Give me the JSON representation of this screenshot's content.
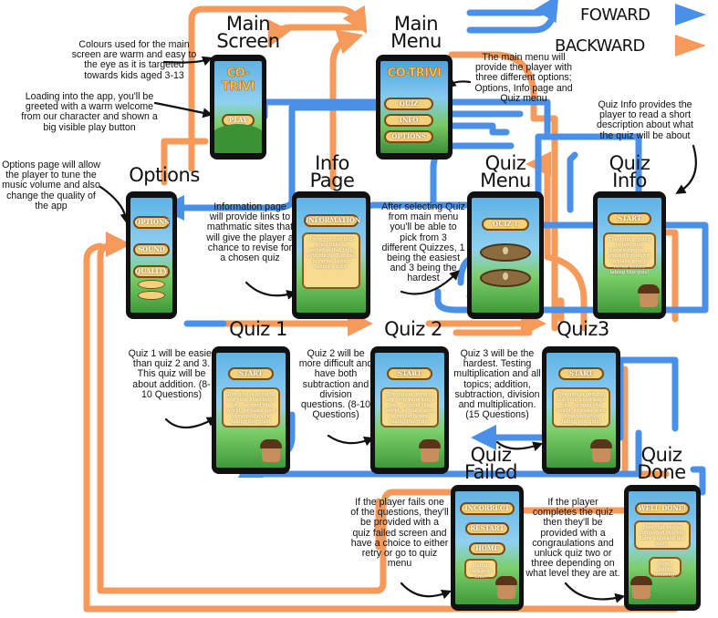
{
  "legend": {
    "forward": "FOWARD",
    "backward": "BACKWARD",
    "forward_color": "#4a90e8",
    "backward_color": "#f59a5a"
  },
  "titles": {
    "main_screen": "Main Screen",
    "main_menu": "Main Menu",
    "options": "Options",
    "info_page": "Info Page",
    "quiz_menu": "Quiz Menu",
    "quiz_info": "Quiz Info",
    "quiz1": "Quiz 1",
    "quiz2": "Quiz 2",
    "quiz3": "Quiz3",
    "quiz_failed": "Quiz Failed",
    "quiz_done": "Quiz Done"
  },
  "notes": {
    "colours": "Colours used for the main screen are warm and easy to the eye as it is targeted towards kids aged 3-13",
    "loading": "Loading into the app, you'll be greeted with a warm welcome from our character and shown a big visible play button",
    "main_menu": "The main menu will provide the player with three different options; Options, Info page and Quiz menu",
    "quiz_info": "Quiz Info provides the player to read a short description about what the quiz will be about",
    "options": "Options page will allow the player to tune the music volume and also change the quality of the app",
    "info": "Information page will provide links to mathmatic sites that will give the player a chance to revise for a chosen quiz",
    "selecting": "After selecting Quiz from main menu you'll be able to pick from 3 different Quizzes, 1 being the easiest and 3 being the hardest",
    "quiz1": "Quiz 1 will be easier than quiz 2 and 3. This quiz will be about addition. (8-10 Questions)",
    "quiz2": "Quiz 2 will be more difficult and have both subtraction and division questions. (8-10 Questions)",
    "quiz3": "Quiz 3 will be the hardest. Testing multiplication and all topics; addition, subtraction, division and multiplication. (15 Questions)",
    "failed": "If the player fails one of the questions, they'll be provided with a quiz failed screen and have a choice to either retry or go to quiz menu",
    "done": "If the player completes the quiz then they'll be provided with a congraulations and unluck quiz two or three depending on what level they are at."
  },
  "screens": {
    "logo": "CO-TRIVI",
    "play": "PLAY",
    "menu_quiz": "QUIZ",
    "menu_info": "INFO",
    "menu_options": "OPTIONS",
    "opt_btn1": "OPTIONS",
    "opt_btn2": "SOUND",
    "opt_btn3": "QUALITY",
    "info_btn": "INFORMATION",
    "info_text": "Here you can find some links to websites that help with maths. Tap one to revise before taking a quiz.",
    "quiz_menu_btn": "QUIZ 1",
    "start": "START",
    "quiz_text": "This quiz is going to test your knowledge on ... around the world, so make sure to revise before taking this quiz!",
    "incorrect": "INCORRECT",
    "restart": "RESTART",
    "home": "HOME",
    "better_luck": "Better luck next time!",
    "well_done": "WELL DONE!",
    "done_text": "Now that you've completed this you have unlocked the next.",
    "wow": "Wow! You're amazing."
  }
}
